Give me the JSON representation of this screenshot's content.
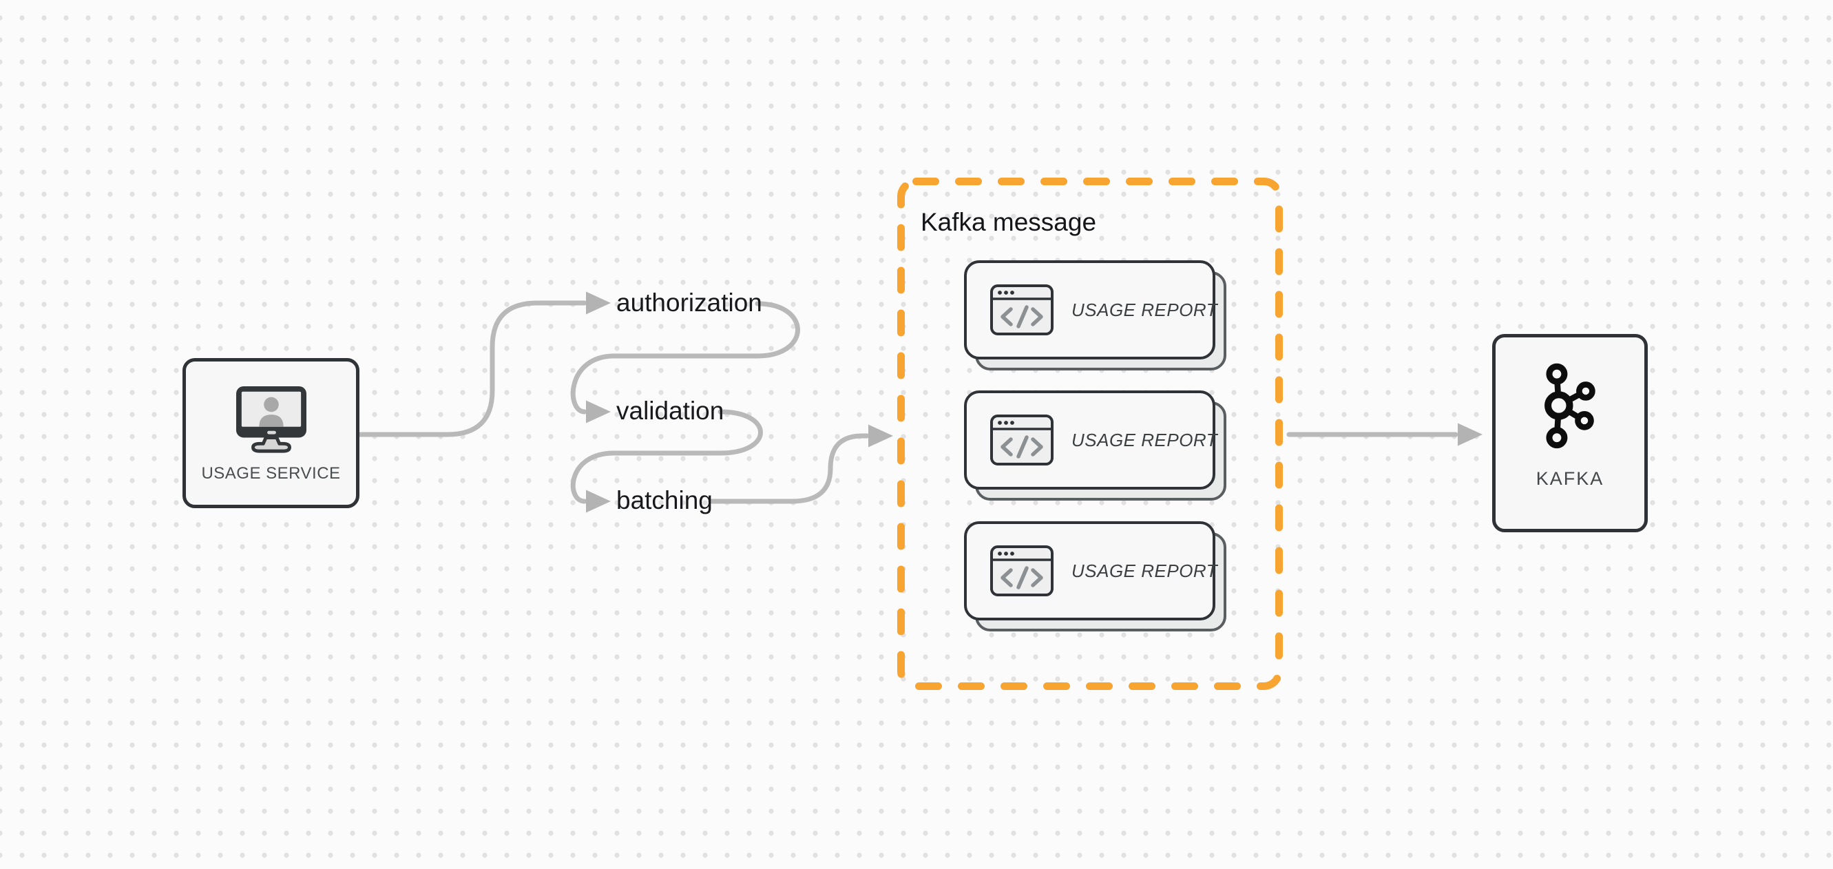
{
  "colors": {
    "background": "#fbfbfb",
    "grid_dot": "#e1e1e1",
    "connector_gray": "#b9b9b9",
    "node_border": "#2f3337",
    "node_fill": "#f6f7f6",
    "group_border_orange": "#f7a431",
    "step_label_text": "#17191c",
    "node_label_text": "#4a4e51",
    "card_back_fill": "#e9eaea",
    "card_back_border": "#5a5e61",
    "icon_code_gray": "#8d9093"
  },
  "usage_service": {
    "label": "USAGE SERVICE",
    "icon": "monitor-user-icon"
  },
  "pipeline_steps": [
    {
      "label": "authorization"
    },
    {
      "label": "validation"
    },
    {
      "label": "batching"
    }
  ],
  "kafka_message_group": {
    "title": "Kafka message",
    "cards": [
      {
        "label": "USAGE REPORT",
        "icon": "code-window-icon",
        "icon_glyph": "</>"
      },
      {
        "label": "USAGE REPORT",
        "icon": "code-window-icon",
        "icon_glyph": "</>"
      },
      {
        "label": "USAGE REPORT",
        "icon": "code-window-icon",
        "icon_glyph": "</>"
      }
    ]
  },
  "kafka": {
    "label": "KAFKA",
    "icon": "kafka-logo-icon"
  }
}
